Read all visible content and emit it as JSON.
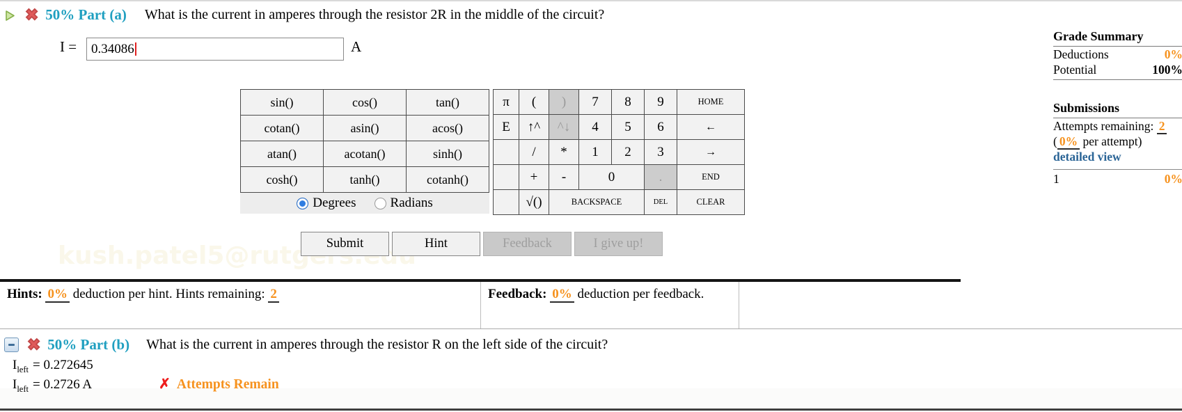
{
  "watermark": "kush.patel5@rutgers.edu",
  "part_a": {
    "percent_label": "50% Part (a)",
    "question": "What is the current in amperes through the resistor 2R in the middle of the circuit?",
    "answer_var": "I",
    "answer_eq": "=",
    "answer_value": "0.34086",
    "answer_unit": "A"
  },
  "keypad": {
    "functions": [
      "sin()",
      "cos()",
      "tan()",
      "cotan()",
      "asin()",
      "acos()",
      "atan()",
      "acotan()",
      "sinh()",
      "cosh()",
      "tanh()",
      "cotanh()"
    ],
    "angle": {
      "degrees": "Degrees",
      "radians": "Radians",
      "selected": "Degrees"
    },
    "keys": {
      "pi": "π",
      "lparen": "(",
      "rparen": ")",
      "seven": "7",
      "eight": "8",
      "nine": "9",
      "home": "HOME",
      "e": "E",
      "raise": "↑^",
      "lower": "^↓",
      "four": "4",
      "five": "5",
      "six": "6",
      "arrow_left": "←",
      "divide": "/",
      "multiply": "*",
      "one": "1",
      "two": "2",
      "three": "3",
      "arrow_right": "→",
      "plus": "+",
      "minus": "-",
      "zero": "0",
      "decimal": ".",
      "end": "END",
      "sqrt": "√()",
      "backspace": "BACKSPACE",
      "del": "DEL",
      "clear": "CLEAR"
    }
  },
  "actions": {
    "submit": "Submit",
    "hint": "Hint",
    "feedback": "Feedback",
    "give_up": "I give up!"
  },
  "hints_bar": {
    "label": "Hints:",
    "deduction": "0%",
    "text_after": "deduction per hint. Hints remaining:",
    "remaining": "2"
  },
  "feedback_bar": {
    "label": "Feedback:",
    "deduction": "0%",
    "text_after": "deduction per feedback."
  },
  "part_b": {
    "percent_label": "50% Part (b)",
    "question": "What is the current in amperes through the resistor R on the left side of the circuit?",
    "line1": {
      "var": "I",
      "sub": "left",
      "rest": "= 0.272645"
    },
    "line2": {
      "var": "I",
      "sub": "left",
      "rest": "= 0.2726 A",
      "status_mark": "✗",
      "status_text": "Attempts Remain"
    }
  },
  "sidebar": {
    "grade_summary": {
      "title": "Grade Summary",
      "deductions_label": "Deductions",
      "deductions_value": "0%",
      "potential_label": "Potential",
      "potential_value": "100%"
    },
    "submissions": {
      "title": "Submissions",
      "attempts_label": "Attempts remaining:",
      "attempts_value": "2",
      "per_attempt_open": "(",
      "per_attempt_value": "0%",
      "per_attempt_close": "per attempt)",
      "link": "detailed view",
      "row_number": "1",
      "row_value": "0%"
    }
  }
}
